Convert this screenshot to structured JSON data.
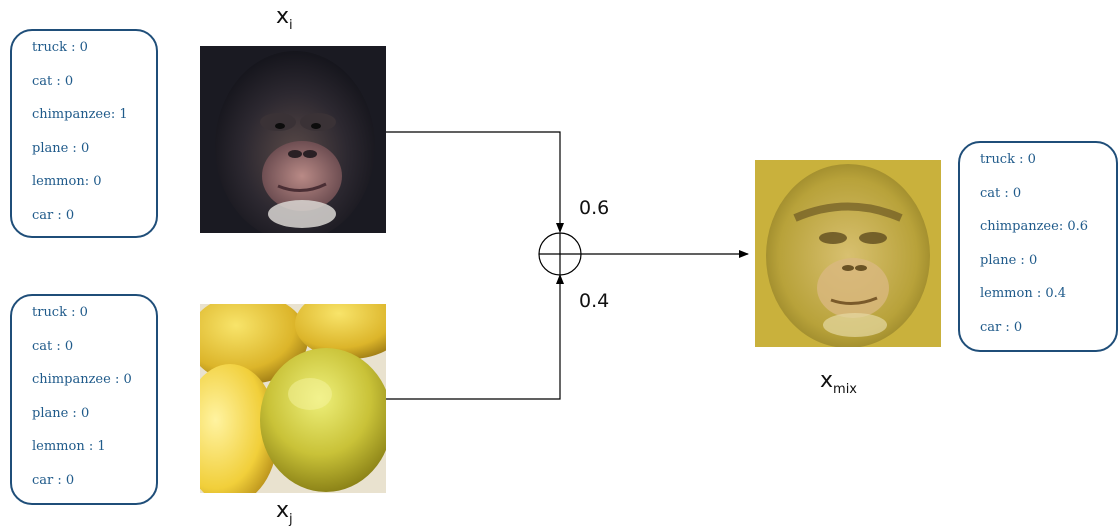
{
  "inputs": {
    "xi": {
      "symbol": "x",
      "subscript": "i",
      "labels": [
        "truck : 0",
        "cat : 0",
        "chimpanzee: 1",
        "plane : 0",
        "lemmon: 0",
        "car : 0"
      ]
    },
    "xj": {
      "symbol": "x",
      "subscript": "j",
      "labels": [
        "truck : 0",
        "cat : 0",
        "chimpanzee : 0",
        "plane : 0",
        "lemmon : 1",
        "car : 0"
      ]
    }
  },
  "weights": {
    "top": "0.6",
    "bottom": "0.4"
  },
  "output": {
    "symbol": "x",
    "subscript": "mix",
    "labels": [
      "truck : 0",
      "cat : 0",
      "chimpanzee: 0.6",
      "plane : 0",
      "lemmon : 0.4",
      "car : 0"
    ]
  },
  "colors": {
    "box_border": "#1f4e79",
    "label_text": "#1f5a8a",
    "line": "#000000"
  }
}
